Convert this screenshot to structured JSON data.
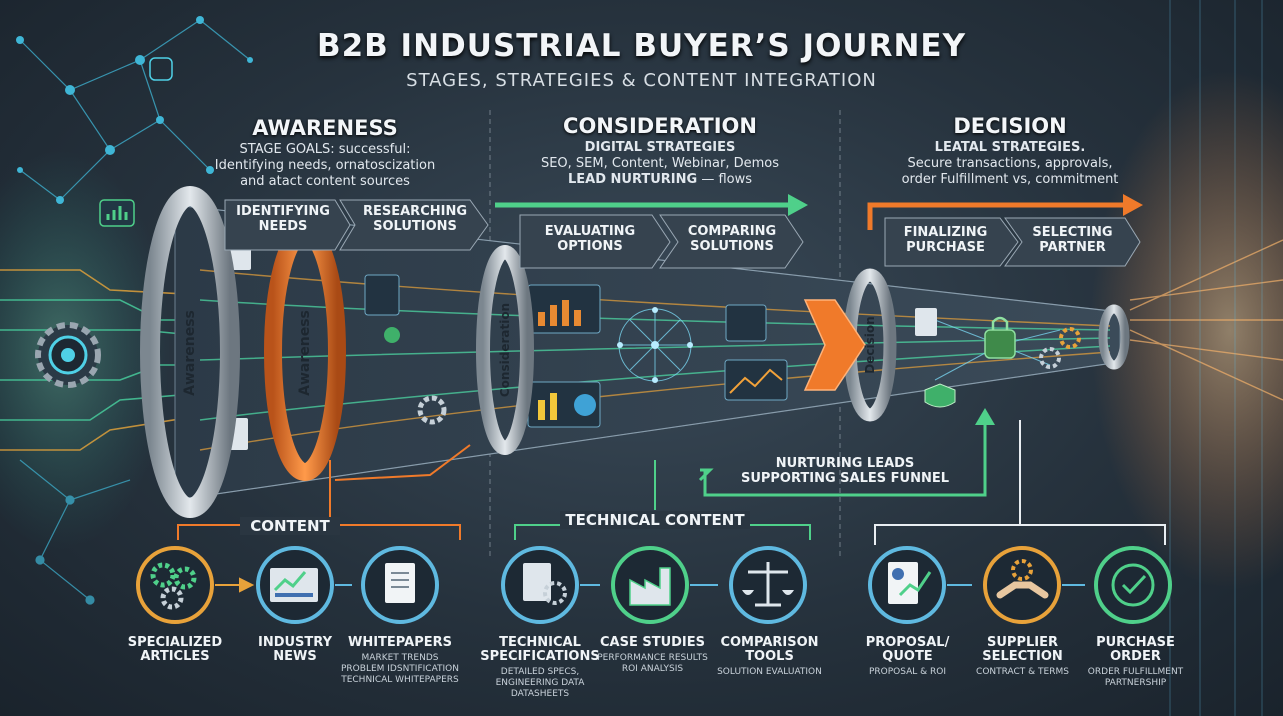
{
  "header": {
    "title": "B2B INDUSTRIAL BUYER’S JOURNEY",
    "subtitle": "STAGES, STRATEGIES & CONTENT INTEGRATION"
  },
  "stages": {
    "awareness": {
      "heading": "AWARENESS",
      "goal_line1": "STAGE GOALS: successful:",
      "goal_line2": "Identifying needs, ornatoscization",
      "goal_line3": "and atact content sources",
      "step1_l1": "IDENTIFYING",
      "step1_l2": "NEEDS",
      "step2_l1": "RESEARCHING",
      "step2_l2": "SOLUTIONS",
      "ring1": "Awareness",
      "ring2": "Awareness"
    },
    "consideration": {
      "heading": "CONSIDERATION",
      "goal_line1": "DIGITAL STRATEGIES",
      "goal_line2": "SEO, SEM, Content, Webinar, Demos",
      "goal_line3a": "LEAD NURTURING",
      "goal_line3b": " — flows",
      "step1_l1": "EVALUATING",
      "step1_l2": "OPTIONS",
      "step2_l1": "COMPARING",
      "step2_l2": "SOLUTIONS",
      "ring": "Consideration"
    },
    "decision": {
      "heading": "DECISION",
      "goal_line1": "LEATAL STRATEGIES.",
      "goal_line2": "Secure transactions, approvals,",
      "goal_line3": "order Fulfillment vs, commitment",
      "step1_l1": "FINALIZING",
      "step1_l2": "PURCHASE",
      "step2_l1": "SELECTING",
      "step2_l2": "PARTNER",
      "ring": "Decision"
    }
  },
  "nurturing": {
    "line1": "NURTURING LEADS",
    "line2": "SUPPORTING SALES FUNNEL"
  },
  "sections": {
    "content": "CONTENT",
    "technical": "TECHNICAL CONTENT"
  },
  "icons": [
    {
      "id": "articles",
      "cap1": "SPECIALIZED",
      "cap2": "ARTICLES",
      "sub1": "",
      "sub2": "",
      "sub3": ""
    },
    {
      "id": "news",
      "cap1": "INDUSTRY",
      "cap2": "NEWS",
      "sub1": "",
      "sub2": "",
      "sub3": ""
    },
    {
      "id": "whitepapers",
      "cap1": "WHITEPAPERS",
      "cap2": "",
      "sub1": "MARKET TRENDS",
      "sub2": "PROBLEM IDSNTIFICATION",
      "sub3": "TECHNICAL WHITEPAPERS"
    },
    {
      "id": "specs",
      "cap1": "TECHNICAL",
      "cap2": "SPECIFICATIONS",
      "sub1": "DETAILED SPECS,",
      "sub2": "ENGINEERING DATA",
      "sub3": "DATASHEETS"
    },
    {
      "id": "cases",
      "cap1": "CASE STUDIES",
      "cap2": "",
      "sub1": "PERFORMANCE RESULTS",
      "sub2": "ROI ANALYSIS",
      "sub3": ""
    },
    {
      "id": "comparison",
      "cap1": "COMPARISON",
      "cap2": "TOOLS",
      "sub1": "SOLUTION EVALUATION",
      "sub2": "",
      "sub3": ""
    },
    {
      "id": "proposal",
      "cap1": "PROPOSAL/",
      "cap2": "QUOTE",
      "sub1": "PROPOSAL & ROI",
      "sub2": "",
      "sub3": ""
    },
    {
      "id": "supplier",
      "cap1": "SUPPLIER",
      "cap2": "SELECTION",
      "sub1": "CONTRACT & TERMS",
      "sub2": "",
      "sub3": ""
    },
    {
      "id": "po",
      "cap1": "PURCHASE",
      "cap2": "ORDER",
      "sub1": "ORDER FULFILLMENT",
      "sub2": "PARTNERSHIP",
      "sub3": ""
    }
  ],
  "colors": {
    "accent_orange": "#f07a2a",
    "accent_green": "#4fd08a",
    "accent_cyan": "#39c6e6",
    "ring_silver": "#b9c2ca"
  }
}
